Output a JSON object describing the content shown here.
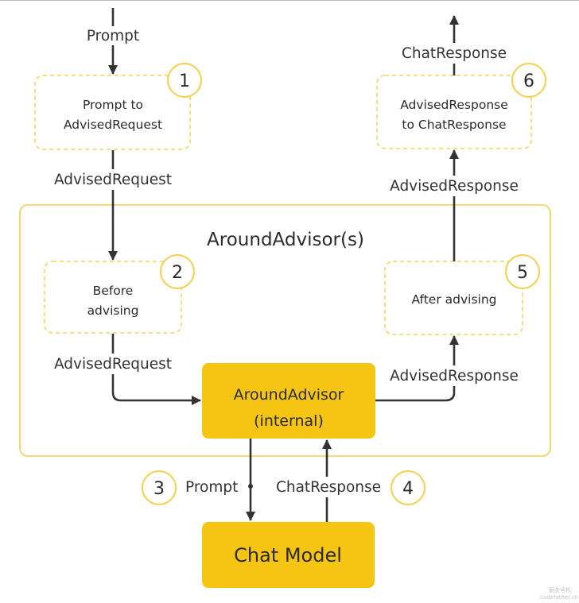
{
  "group": {
    "title": "AroundAdvisor(s)"
  },
  "steps": [
    {
      "number": "1",
      "lines": [
        "Prompt to",
        "AdvisedRequest"
      ]
    },
    {
      "number": "2",
      "lines": [
        "Before",
        "advising"
      ]
    },
    {
      "number": "3"
    },
    {
      "number": "4"
    },
    {
      "number": "5",
      "lines": [
        "After advising"
      ]
    },
    {
      "number": "6",
      "lines": [
        "AdvisedResponse",
        "to ChatResponse"
      ]
    }
  ],
  "core": {
    "line1": "AroundAdvisor",
    "line2": "(internal)"
  },
  "model": {
    "label": "Chat Model"
  },
  "edges": {
    "prompt_in": "Prompt",
    "advised_request_1": "AdvisedRequest",
    "advised_request_2": "AdvisedRequest",
    "prompt_to_model": "Prompt",
    "chat_response_from_model": "ChatResponse",
    "advised_response_1": "AdvisedResponse",
    "advised_response_2": "AdvisedResponse",
    "chat_response_out": "ChatResponse"
  },
  "watermark": {
    "line1": "掘金号机",
    "line2": "codefather.cn"
  },
  "colors": {
    "accent": "#f6c514",
    "dashed_border": "#f3d35a",
    "group_border": "#f0cf48",
    "number_ring": "#f2d04c",
    "arrow": "#333333"
  }
}
